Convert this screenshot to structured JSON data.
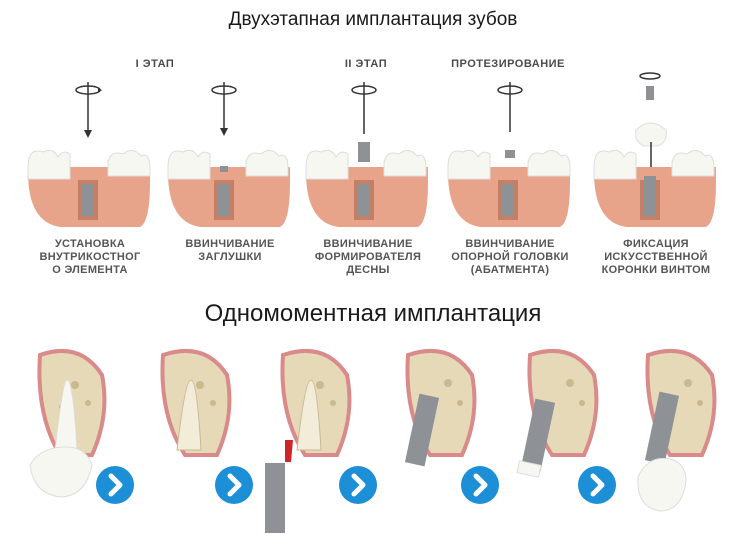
{
  "title_two_stage": "Двухэтапная имплантация зубов",
  "title_one_stage": "Одномоментная имплантация",
  "stages": [
    {
      "label": "I ЭТАП"
    },
    {
      "label": "II ЭТАП"
    },
    {
      "label": "ПРОТЕЗИРОВАНИЕ"
    }
  ],
  "steps": [
    {
      "caption": "УСТАНОВКА\nВНУТРИКОСТНОГ\nО ЭЛЕМЕНТА",
      "icon": "implant-insertion-illustration"
    },
    {
      "caption": "ВВИНЧИВАНИЕ\nЗАГЛУШКИ",
      "icon": "cover-screw-illustration"
    },
    {
      "caption": "ВВИНЧИВАНИЕ\nФОРМИРОВАТЕЛЯ\nДЕСНЫ",
      "icon": "healing-abutment-illustration"
    },
    {
      "caption": "ВВИНЧИВАНИЕ\nОПОРНОЙ ГОЛОВКИ\n(АБАТМЕНТА)",
      "icon": "abutment-illustration"
    },
    {
      "caption": "ФИКСАЦИЯ\nИСКУССТВЕННОЙ\nКОРОНКИ ВИНТОМ",
      "icon": "crown-fixation-illustration"
    }
  ],
  "colors": {
    "gum": "#e8a48a",
    "tooth": "#f7f7f2",
    "bone": "#e6d9b8",
    "arrow_button": "#1d8fd6",
    "metal": "#8e9296"
  }
}
